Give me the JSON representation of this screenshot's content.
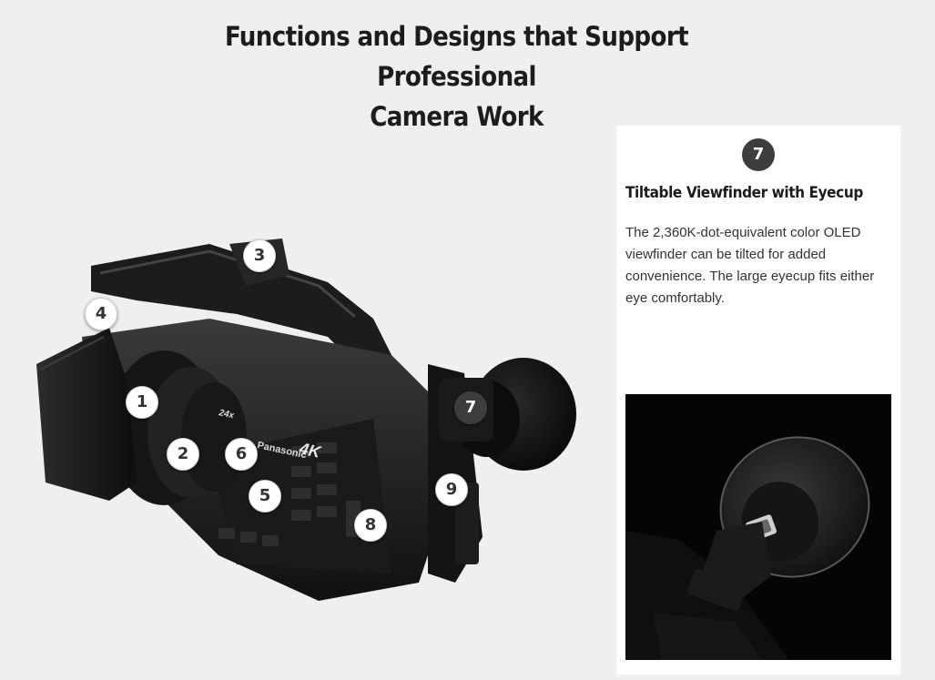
{
  "heading": {
    "line1": "Functions and Designs that Support Professional",
    "line2": "Camera Work"
  },
  "camera": {
    "brand": "Panasonic",
    "badge_4k": "4K",
    "zoom_label": "24x"
  },
  "hotspots": [
    {
      "label": "1",
      "active": false
    },
    {
      "label": "2",
      "active": false
    },
    {
      "label": "3",
      "active": false
    },
    {
      "label": "4",
      "active": false
    },
    {
      "label": "5",
      "active": false
    },
    {
      "label": "6",
      "active": false
    },
    {
      "label": "7",
      "active": true
    },
    {
      "label": "8",
      "active": false
    },
    {
      "label": "9",
      "active": false
    }
  ],
  "detail": {
    "number": "7",
    "title": "Tiltable Viewfinder with Eyecup",
    "description": "The 2,360K-dot-equivalent color OLED viewfinder can be tilted for added convenience. The large eyecup fits either eye comfortably.",
    "image_icon": "viewfinder-eyecup-photo"
  },
  "colors": {
    "background": "#efefef",
    "active_badge": "#3d3d3d",
    "panel": "#ffffff"
  }
}
